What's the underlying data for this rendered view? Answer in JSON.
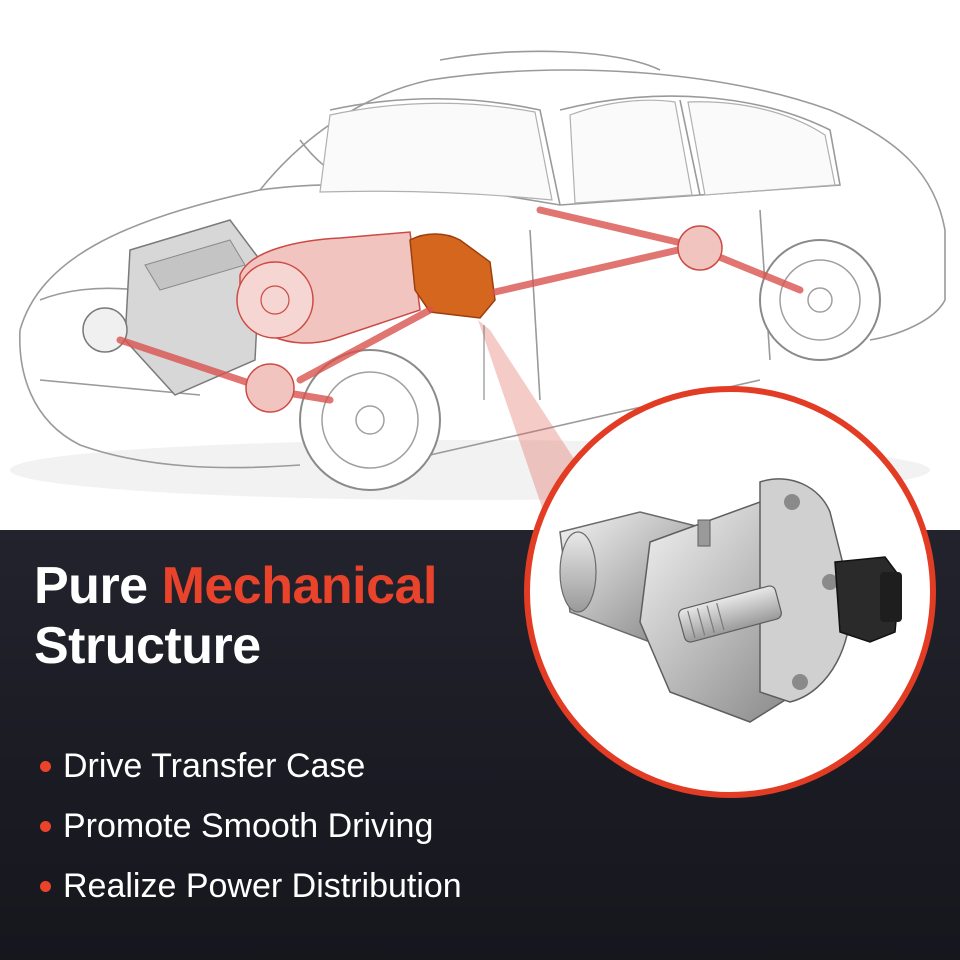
{
  "headline": {
    "word1": "Pure ",
    "word_accent": "Mechanical",
    "line2": "Structure"
  },
  "bullets": [
    "Drive Transfer Case",
    "Promote Smooth Driving",
    "Realize Power Distribution"
  ],
  "colors": {
    "accent": "#e9432b",
    "dark_panel": "#1c1c25",
    "highlight_part": "#d4661e",
    "drivetrain_red": "#d9534f"
  }
}
